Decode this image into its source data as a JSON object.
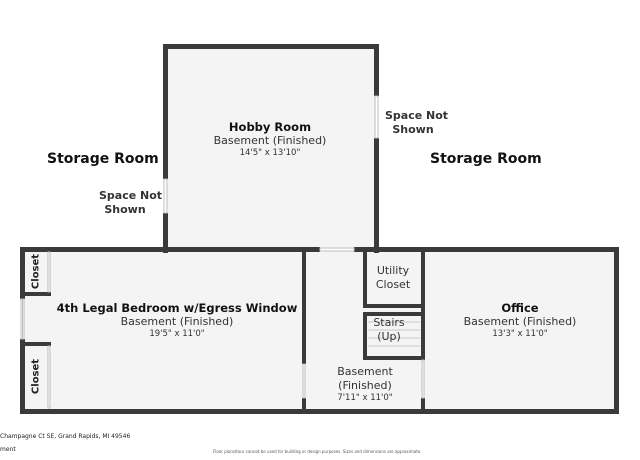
{
  "plan": {
    "storage_left": "Storage Room",
    "storage_right": "Storage Room",
    "space_not_shown_left": [
      "Space Not",
      "Shown"
    ],
    "space_not_shown_right": [
      "Space Not",
      "Shown"
    ],
    "rooms": {
      "hobby": {
        "name": "Hobby Room",
        "type": "Basement (Finished)",
        "dims": "14'5\" x 13'10\""
      },
      "bedroom": {
        "name": "4th Legal Bedroom w/Egress Window",
        "type": "Basement (Finished)",
        "dims": "19'5\" x 11'0\""
      },
      "office": {
        "name": "Office",
        "type": "Basement (Finished)",
        "dims": "13'3\" x 11'0\""
      },
      "hall": {
        "name_lines": [
          "Basement",
          "(Finished)"
        ],
        "dims": "7'11\" x 11'0\""
      }
    },
    "closet_top": "Closet",
    "closet_bottom": "Closet",
    "utility": [
      "Utility",
      "Closet"
    ],
    "stairs": [
      "Stairs",
      "(Up)"
    ]
  },
  "footer": {
    "address": "Champagne Ct SE, Grand Rapids, MI 49546",
    "fragment": "ment",
    "disclaimer": "Floor plans/tour cannot be used for building or design purposes. Sizes and dimensions are approximate."
  },
  "colors": {
    "floor": "#f4f4f4",
    "wall": "#3a3a3a"
  }
}
